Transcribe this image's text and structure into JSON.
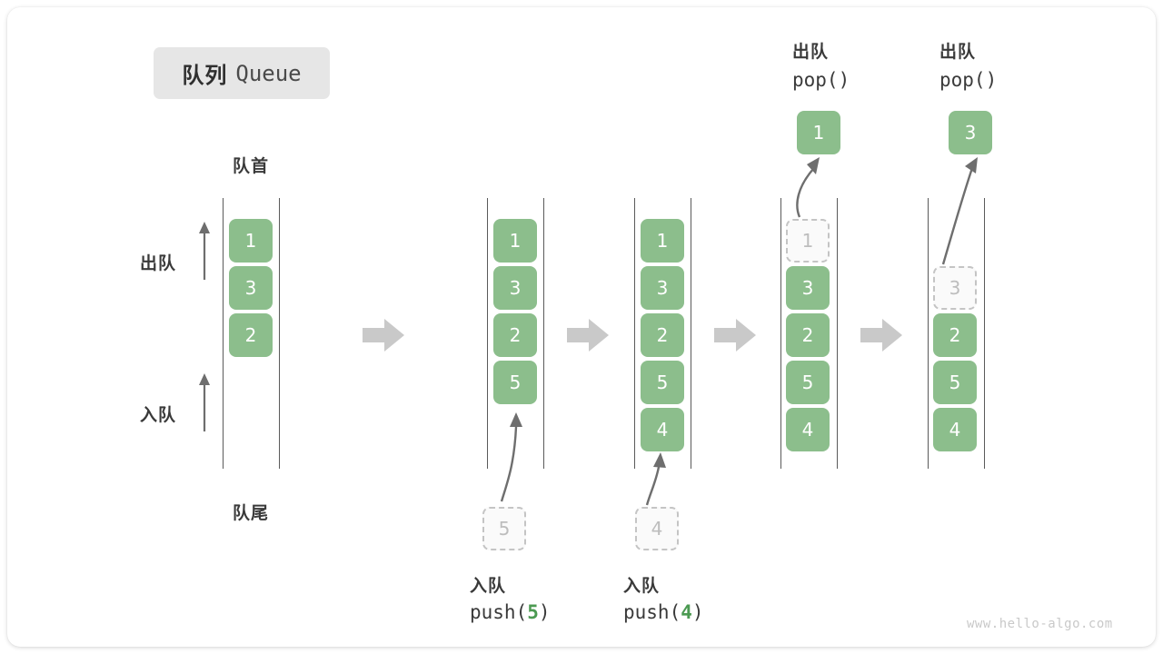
{
  "title": {
    "cn": "队列",
    "en": "Queue"
  },
  "labels": {
    "head": "队首",
    "tail": "队尾",
    "dequeue": "出队",
    "enqueue": "入队"
  },
  "watermark": "www.hello-algo.com",
  "colors": {
    "cell_green": "#8cbe8c",
    "cell_text": "#ffffff",
    "ghost_border": "#c4c4c4",
    "ghost_text": "#bdbdbd",
    "rail": "#5a5a5a",
    "arrow_gray": "#6e6e6e",
    "sep_arrow": "#c9c9c9",
    "badge_bg": "#e6e6e6",
    "accent_number": "#4c9a52"
  },
  "steps": [
    {
      "id": "initial",
      "cells": [
        {
          "value": "1",
          "ghost": false
        },
        {
          "value": "3",
          "ghost": false
        },
        {
          "value": "2",
          "ghost": false
        }
      ],
      "caption_cn": "",
      "caption_code": "",
      "incoming": null,
      "outgoing": null
    },
    {
      "id": "push-5",
      "cells": [
        {
          "value": "1",
          "ghost": false
        },
        {
          "value": "3",
          "ghost": false
        },
        {
          "value": "2",
          "ghost": false
        },
        {
          "value": "5",
          "ghost": false
        }
      ],
      "caption_cn": "入队",
      "caption_code_prefix": "push(",
      "caption_code_num": "5",
      "caption_code_suffix": ")",
      "incoming": {
        "value": "5"
      },
      "outgoing": null
    },
    {
      "id": "push-4",
      "cells": [
        {
          "value": "1",
          "ghost": false
        },
        {
          "value": "3",
          "ghost": false
        },
        {
          "value": "2",
          "ghost": false
        },
        {
          "value": "5",
          "ghost": false
        },
        {
          "value": "4",
          "ghost": false
        }
      ],
      "caption_cn": "入队",
      "caption_code_prefix": "push(",
      "caption_code_num": "4",
      "caption_code_suffix": ")",
      "incoming": {
        "value": "4"
      },
      "outgoing": null
    },
    {
      "id": "pop-1",
      "cells": [
        {
          "value": "1",
          "ghost": true
        },
        {
          "value": "3",
          "ghost": false
        },
        {
          "value": "2",
          "ghost": false
        },
        {
          "value": "5",
          "ghost": false
        },
        {
          "value": "4",
          "ghost": false
        }
      ],
      "caption_cn": "出队",
      "caption_code": "pop()",
      "incoming": null,
      "outgoing": {
        "value": "1"
      }
    },
    {
      "id": "pop-3",
      "cells": [
        {
          "value": "",
          "ghost": null
        },
        {
          "value": "3",
          "ghost": true
        },
        {
          "value": "2",
          "ghost": false
        },
        {
          "value": "5",
          "ghost": false
        },
        {
          "value": "4",
          "ghost": false
        }
      ],
      "caption_cn": "出队",
      "caption_code": "pop()",
      "incoming": null,
      "outgoing": {
        "value": "3"
      }
    }
  ]
}
